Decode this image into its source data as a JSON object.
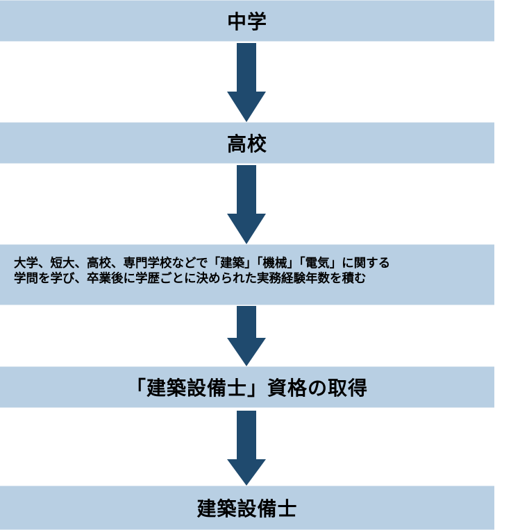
{
  "flow": {
    "steps": [
      {
        "label": "中学"
      },
      {
        "label": "高校"
      },
      {
        "label": "大学、短大、高校、専門学校などで「建築」「機械」「電気」に関する",
        "label2": "学問を学び、卒業後に学歴ごとに決められた実務経験年数を積む"
      },
      {
        "label": "「建築設備士」資格の取得"
      },
      {
        "label": "建築設備士"
      }
    ],
    "colors": {
      "box": "#b8cfe3",
      "arrow": "#1f4a6e",
      "text": "#000000"
    }
  }
}
